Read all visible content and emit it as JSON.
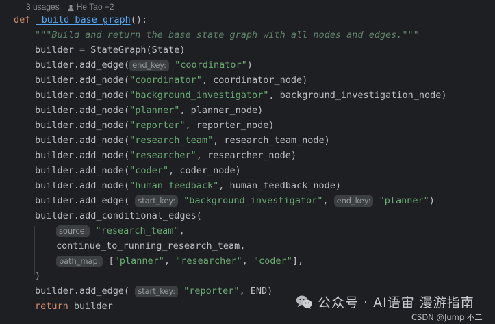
{
  "editor": {
    "background": "#1e1f22",
    "default_text_color": "#bcbec4",
    "colors": {
      "keyword": "#cf8e6d",
      "function": "#56a8f5",
      "string": "#6aab73",
      "docstring": "#5f826b",
      "inlay_hint_bg": "#3b3f41",
      "inlay_hint_text": "#989a9c",
      "gutter_line": "#393b40"
    },
    "code_vision": {
      "usages": "3 usages",
      "author_icon": "person-icon",
      "authors": "He Tao +2"
    },
    "lines": [
      {
        "indent": 0,
        "tokens": [
          {
            "t": "def",
            "c": "kw"
          },
          {
            "t": " ",
            "c": "pun"
          },
          {
            "t": "_build_base_graph",
            "c": "fn"
          },
          {
            "t": "():",
            "c": "pun"
          }
        ]
      },
      {
        "indent": 1,
        "tokens": [
          {
            "t": "\"\"\"Build and return the base state graph with all nodes and edges.\"\"\"",
            "c": "doc"
          }
        ]
      },
      {
        "indent": 1,
        "tokens": [
          {
            "t": "builder = StateGraph(State)",
            "c": "id"
          }
        ]
      },
      {
        "indent": 1,
        "tokens": [
          {
            "t": "builder.add_edge(",
            "c": "id"
          },
          {
            "t": "end_key:",
            "c": "hint"
          },
          {
            "t": " ",
            "c": "pun"
          },
          {
            "t": "\"coordinator\"",
            "c": "str"
          },
          {
            "t": ")",
            "c": "pun"
          }
        ]
      },
      {
        "indent": 1,
        "tokens": [
          {
            "t": "builder.add_node(",
            "c": "id"
          },
          {
            "t": "\"coordinator\"",
            "c": "str"
          },
          {
            "t": ", coordinator_node)",
            "c": "id"
          }
        ]
      },
      {
        "indent": 1,
        "tokens": [
          {
            "t": "builder.add_node(",
            "c": "id"
          },
          {
            "t": "\"background_investigator\"",
            "c": "str"
          },
          {
            "t": ", background_investigation_node)",
            "c": "id"
          }
        ]
      },
      {
        "indent": 1,
        "tokens": [
          {
            "t": "builder.add_node(",
            "c": "id"
          },
          {
            "t": "\"planner\"",
            "c": "str"
          },
          {
            "t": ", planner_node)",
            "c": "id"
          }
        ]
      },
      {
        "indent": 1,
        "tokens": [
          {
            "t": "builder.add_node(",
            "c": "id"
          },
          {
            "t": "\"reporter\"",
            "c": "str"
          },
          {
            "t": ", reporter_node)",
            "c": "id"
          }
        ]
      },
      {
        "indent": 1,
        "tokens": [
          {
            "t": "builder.add_node(",
            "c": "id"
          },
          {
            "t": "\"research_team\"",
            "c": "str"
          },
          {
            "t": ", research_team_node)",
            "c": "id"
          }
        ]
      },
      {
        "indent": 1,
        "tokens": [
          {
            "t": "builder.add_node(",
            "c": "id"
          },
          {
            "t": "\"researcher\"",
            "c": "str"
          },
          {
            "t": ", researcher_node)",
            "c": "id"
          }
        ]
      },
      {
        "indent": 1,
        "tokens": [
          {
            "t": "builder.add_node(",
            "c": "id"
          },
          {
            "t": "\"coder\"",
            "c": "str"
          },
          {
            "t": ", coder_node)",
            "c": "id"
          }
        ]
      },
      {
        "indent": 1,
        "tokens": [
          {
            "t": "builder.add_node(",
            "c": "id"
          },
          {
            "t": "\"human_feedback\"",
            "c": "str"
          },
          {
            "t": ", human_feedback_node)",
            "c": "id"
          }
        ]
      },
      {
        "indent": 1,
        "tokens": [
          {
            "t": "builder.add_edge( ",
            "c": "id"
          },
          {
            "t": "start_key:",
            "c": "hint"
          },
          {
            "t": " ",
            "c": "pun"
          },
          {
            "t": "\"background_investigator\"",
            "c": "str"
          },
          {
            "t": ", ",
            "c": "pun"
          },
          {
            "t": "end_key:",
            "c": "hint"
          },
          {
            "t": " ",
            "c": "pun"
          },
          {
            "t": "\"planner\"",
            "c": "str"
          },
          {
            "t": ")",
            "c": "pun"
          }
        ]
      },
      {
        "indent": 1,
        "tokens": [
          {
            "t": "builder.add_conditional_edges(",
            "c": "id"
          }
        ]
      },
      {
        "indent": 2,
        "tokens": [
          {
            "t": "source:",
            "c": "hint"
          },
          {
            "t": " ",
            "c": "pun"
          },
          {
            "t": "\"research_team\"",
            "c": "str"
          },
          {
            "t": ",",
            "c": "pun"
          }
        ]
      },
      {
        "indent": 2,
        "tokens": [
          {
            "t": "continue_to_running_research_team,",
            "c": "id"
          }
        ]
      },
      {
        "indent": 2,
        "tokens": [
          {
            "t": "path_map:",
            "c": "hint"
          },
          {
            "t": " [",
            "c": "pun"
          },
          {
            "t": "\"planner\"",
            "c": "str"
          },
          {
            "t": ", ",
            "c": "pun"
          },
          {
            "t": "\"researcher\"",
            "c": "str"
          },
          {
            "t": ", ",
            "c": "pun"
          },
          {
            "t": "\"coder\"",
            "c": "str"
          },
          {
            "t": "],",
            "c": "pun"
          }
        ]
      },
      {
        "indent": 1,
        "tokens": [
          {
            "t": ")",
            "c": "pun"
          }
        ]
      },
      {
        "indent": 1,
        "tokens": [
          {
            "t": "builder.add_edge( ",
            "c": "id"
          },
          {
            "t": "start_key:",
            "c": "hint"
          },
          {
            "t": " ",
            "c": "pun"
          },
          {
            "t": "\"reporter\"",
            "c": "str"
          },
          {
            "t": ", END)",
            "c": "id"
          }
        ]
      },
      {
        "indent": 1,
        "tokens": [
          {
            "t": "return",
            "c": "kw"
          },
          {
            "t": " builder",
            "c": "id"
          }
        ]
      }
    ]
  },
  "watermark": {
    "icon": "wechat-icon",
    "text": "公众号 · AI语宙 漫游指南",
    "credit": "CSDN @Jump 不二"
  }
}
